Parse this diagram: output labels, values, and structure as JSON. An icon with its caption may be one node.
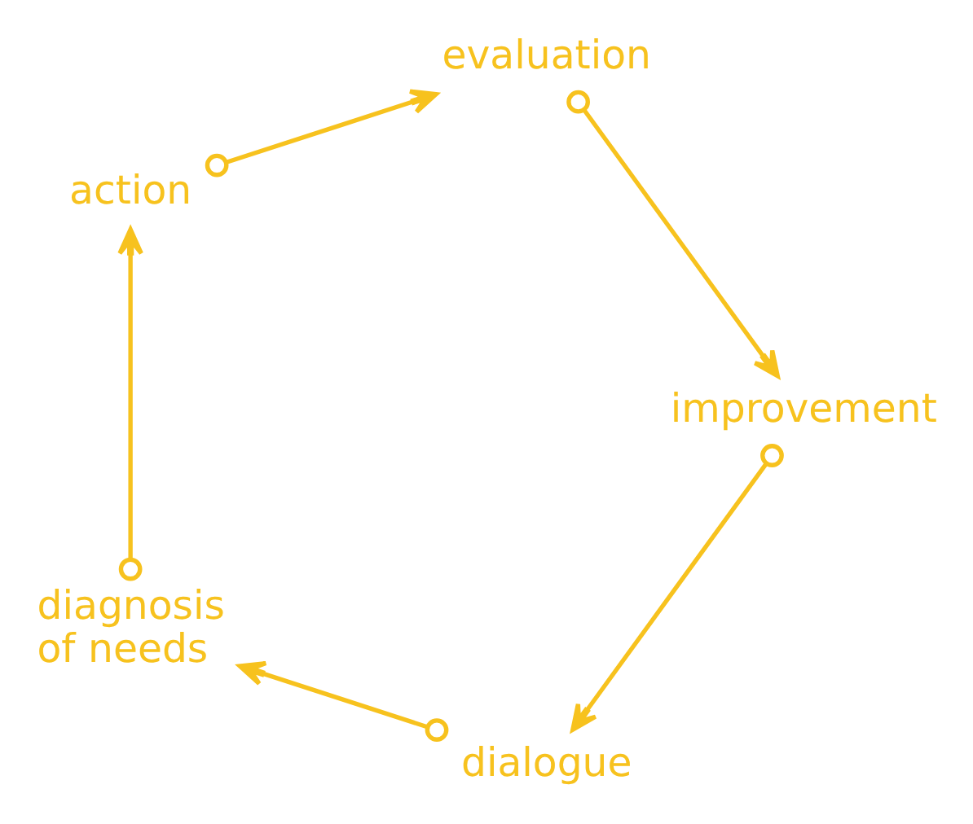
{
  "diagram": {
    "nodes": [
      {
        "text": [
          "dialogue"
        ]
      },
      {
        "text": [
          "diagnosis of needs"
        ]
      },
      {
        "text": [
          "action"
        ]
      },
      {
        "text": [
          "evaluation"
        ]
      },
      {
        "text": [
          "improvement"
        ]
      }
    ],
    "edges": [
      {
        "from": 4,
        "to": 0,
        "arrow": "to"
      },
      {
        "from": 0,
        "to": 1,
        "arrow": "to"
      },
      {
        "from": 1,
        "to": 2,
        "arrow": "to"
      },
      {
        "from": 2,
        "to": 3,
        "arrow": "to"
      },
      {
        "from": 3,
        "to": 4,
        "arrow": "to"
      }
    ]
  }
}
